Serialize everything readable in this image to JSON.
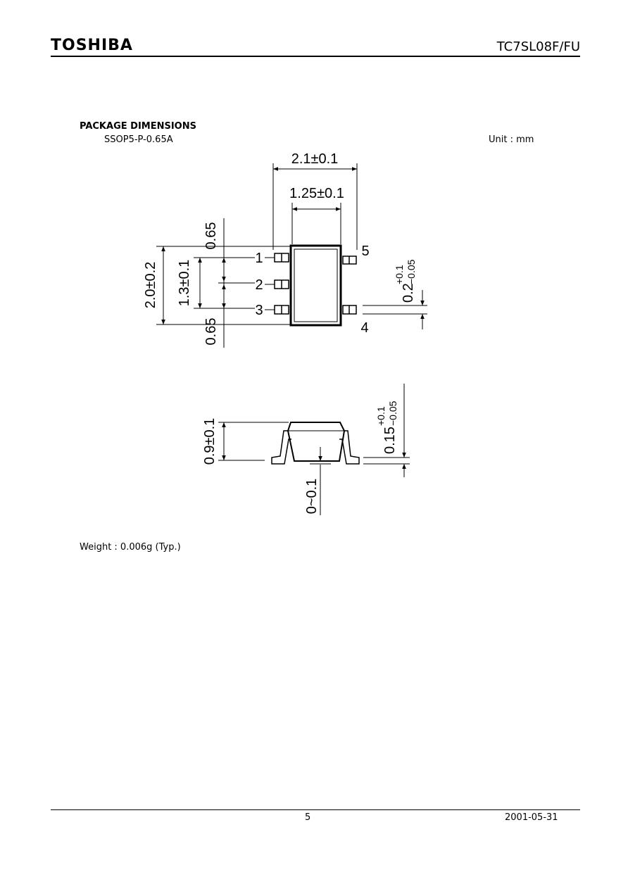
{
  "header": {
    "logo_text": "TOSHIBA",
    "part_number": "TC7SL08F/FU"
  },
  "section": {
    "title": "PACKAGE DIMENSIONS",
    "package_code": "SSOP5-P-0.65A",
    "unit": "Unit : mm"
  },
  "top_view": {
    "width_overall": "2.1±0.1",
    "width_body": "1.25±0.1",
    "height_overall": "2.0±0.2",
    "pin_span": "1.3±0.1",
    "pitch_top": "0.65",
    "pitch_bottom": "0.65",
    "lead_width_base": "0.2",
    "lead_width_plus": "+0.1",
    "lead_width_minus": "−0.05",
    "pin_labels": [
      "1",
      "2",
      "3",
      "4",
      "5"
    ]
  },
  "side_view": {
    "height": "0.9±0.1",
    "standoff": "0~0.1",
    "lead_thickness_base": "0.15",
    "lead_thickness_plus": "+0.1",
    "lead_thickness_minus": "−0.05"
  },
  "weight": "Weight : 0.006g (Typ.)",
  "footer": {
    "page_number": "5",
    "date": "2001-05-31"
  }
}
